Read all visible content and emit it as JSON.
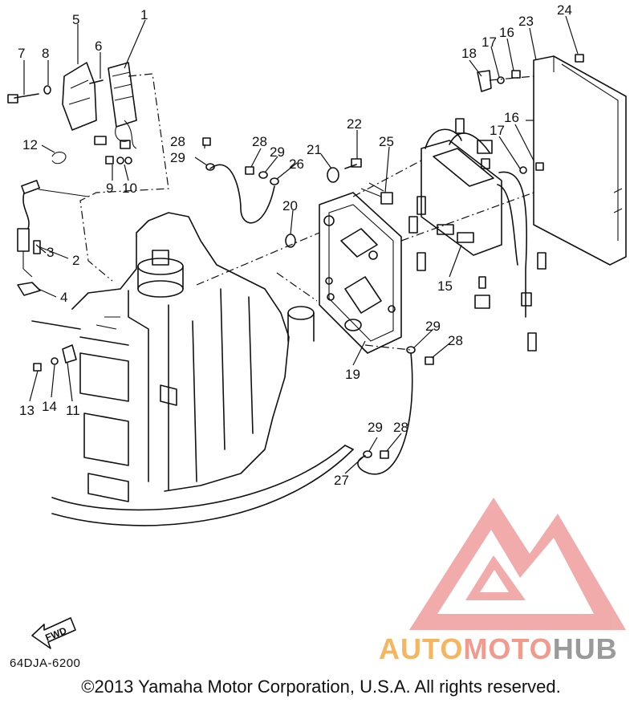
{
  "diagram": {
    "callouts": [
      {
        "label": "1"
      },
      {
        "label": "2"
      },
      {
        "label": "3"
      },
      {
        "label": "4"
      },
      {
        "label": "5"
      },
      {
        "label": "6"
      },
      {
        "label": "7"
      },
      {
        "label": "8"
      },
      {
        "label": "9"
      },
      {
        "label": "10"
      },
      {
        "label": "11"
      },
      {
        "label": "12"
      },
      {
        "label": "13"
      },
      {
        "label": "14"
      },
      {
        "label": "15"
      },
      {
        "label": "16"
      },
      {
        "label": "16"
      },
      {
        "label": "17"
      },
      {
        "label": "17"
      },
      {
        "label": "18"
      },
      {
        "label": "19"
      },
      {
        "label": "20"
      },
      {
        "label": "21"
      },
      {
        "label": "22"
      },
      {
        "label": "23"
      },
      {
        "label": "24"
      },
      {
        "label": "25"
      },
      {
        "label": "26"
      },
      {
        "label": "27"
      },
      {
        "label": "28"
      },
      {
        "label": "28"
      },
      {
        "label": "28"
      },
      {
        "label": "28"
      },
      {
        "label": "29"
      },
      {
        "label": "29"
      },
      {
        "label": "29"
      },
      {
        "label": "29"
      }
    ],
    "fwd_label": "FWD",
    "diagram_code": "64DJA-6200",
    "copyright": "©2013 Yamaha Motor Corporation, U.S.A. All rights reserved."
  },
  "watermark": {
    "part_auto": "AUTO",
    "part_moto": "MOTO",
    "part_hub": "HUB",
    "colors": {
      "auto": "#f5b65f",
      "moto": "#f29a8e",
      "hub": "#9a9a9a",
      "logo": "#f0a3a3"
    }
  }
}
